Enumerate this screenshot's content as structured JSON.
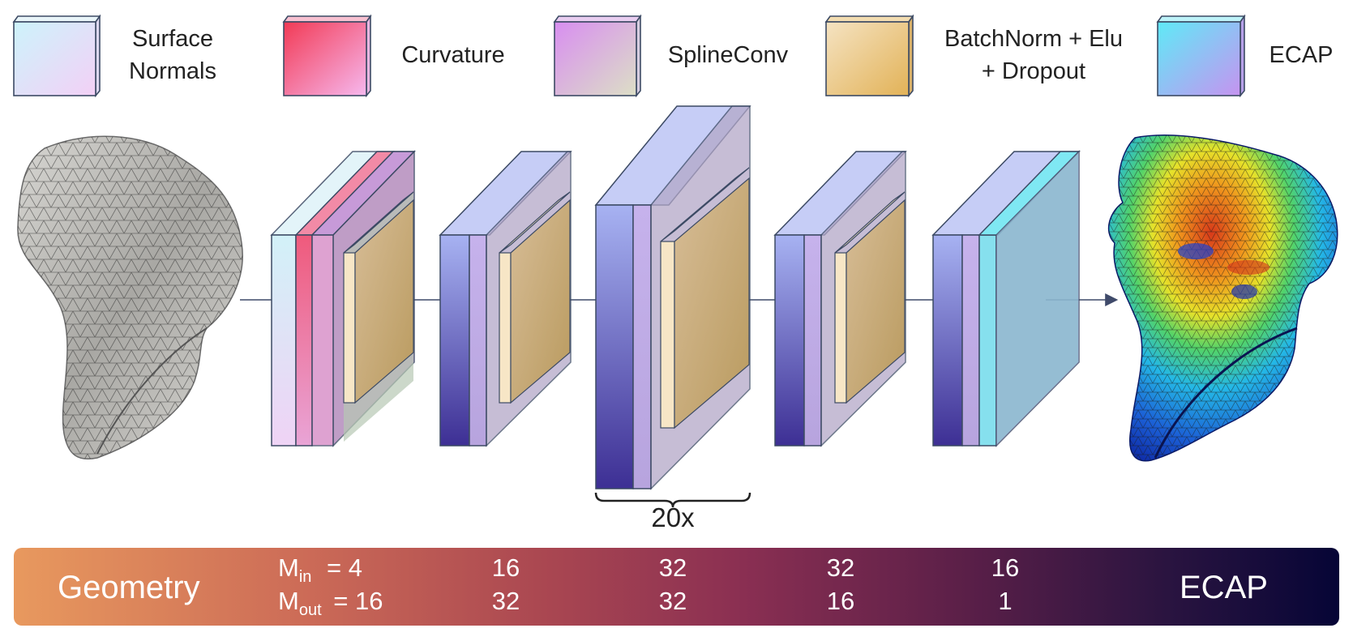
{
  "legend": {
    "surface_normals": "Surface\nNormals",
    "curvature": "Curvature",
    "splineconv": "SplineConv",
    "batchnorm": "BatchNorm + Elu\n+ Dropout",
    "ecap": "ECAP"
  },
  "colors": {
    "surface_normals": "#d6f2f8",
    "curvature": "#f0607c",
    "splineconv": "#c8a0dc",
    "batchnorm": "#e7c48a",
    "ecap": "#6ee4f4",
    "conv_block": "#7d82d8",
    "gradient_start": "#e8995e",
    "gradient_end": "#060536"
  },
  "icons": [
    "input-mesh-icon",
    "output-ecap-mesh-icon",
    "arrow-icon",
    "brace-icon"
  ],
  "repeat_label": "20x",
  "bar": {
    "left_label": "Geometry",
    "right_label": "ECAP",
    "m_in_label": "M",
    "m_in_sub": "in",
    "m_out_label": "M",
    "m_out_sub": "out",
    "m_in_first": "= 4",
    "m_out_first": "= 16",
    "m_in": [
      "16",
      "32",
      "32",
      "16"
    ],
    "m_out": [
      "32",
      "32",
      "16",
      "1"
    ]
  }
}
